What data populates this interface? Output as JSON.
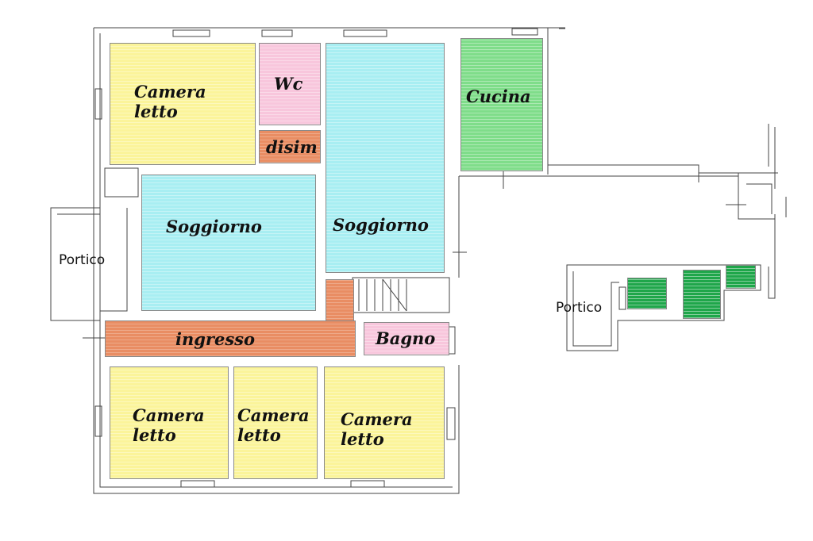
{
  "rooms": {
    "camera_1": "Camera\nletto",
    "wc": "Wc",
    "disim": "disim",
    "soggiorno_left": "Soggiorno",
    "soggiorno_right": "Soggiorno",
    "cucina": "Cucina",
    "ingresso": "ingresso",
    "bagno": "Bagno",
    "camera_2": "Camera\nletto",
    "camera_3": "Camera\nletto",
    "camera_4": "Camera\nletto"
  },
  "outdoor": {
    "portico_left": "Portico",
    "portico_right": "Portico"
  },
  "colors": {
    "bedroom": "#fbf49a",
    "living": "#a8eef2",
    "bath": "#f8c6dc",
    "corridor": "#e98d63",
    "kitchen": "#7fdd8a",
    "garden": "#1fa64a"
  }
}
